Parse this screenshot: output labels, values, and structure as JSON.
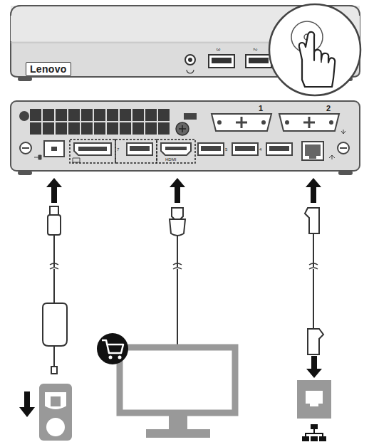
{
  "diagram": {
    "nodes": [
      {
        "text": [
          "Lenovo"
        ]
      }
    ],
    "labels": [
      "3",
      "2",
      "1",
      "2",
      "7",
      "HDMI",
      "5",
      "4"
    ]
  }
}
